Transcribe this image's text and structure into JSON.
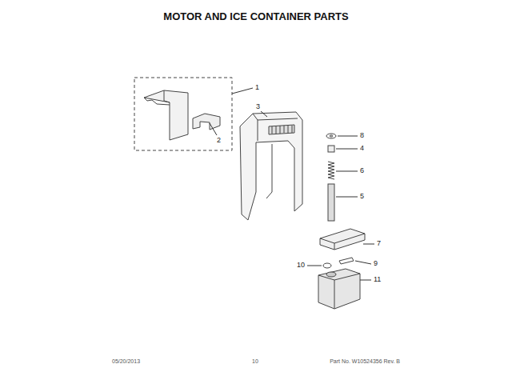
{
  "diagram": {
    "title": "MOTOR AND ICE CONTAINER PARTS",
    "labels": [
      "1",
      "2",
      "3",
      "8",
      "4",
      "6",
      "5",
      "7",
      "10",
      "9",
      "11",
      "05/20/2013",
      "10",
      "Part No. W10524356 Rev. B"
    ]
  }
}
